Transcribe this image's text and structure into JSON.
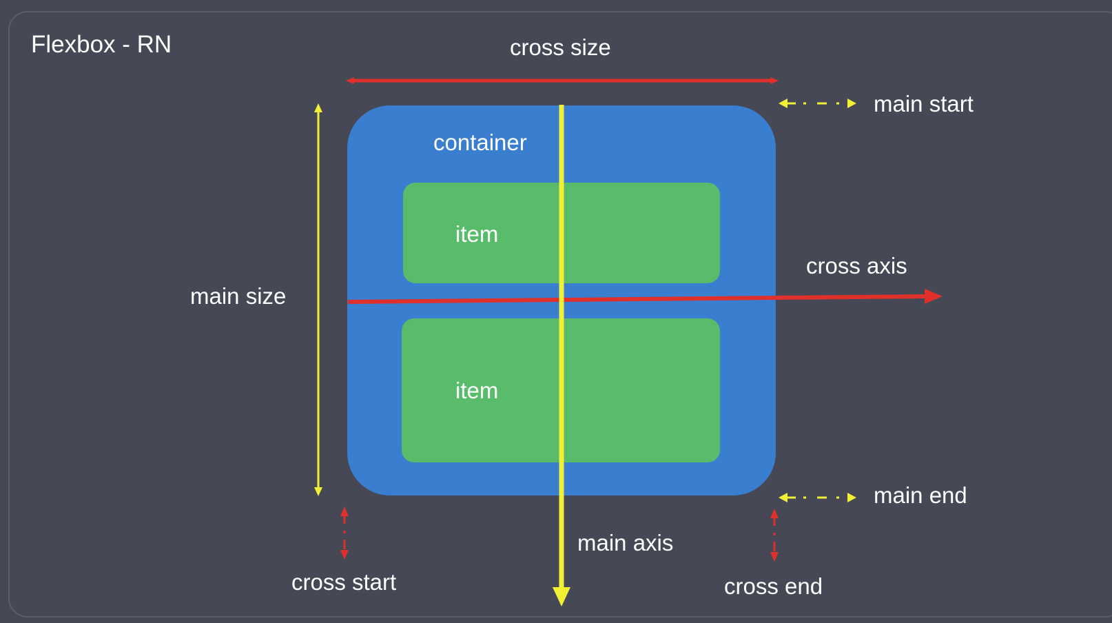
{
  "slide": {
    "title": "Flexbox - RN"
  },
  "diagram": {
    "container_label": "container",
    "items": [
      {
        "label": "item"
      },
      {
        "label": "item"
      }
    ],
    "labels": {
      "cross_size": "cross size",
      "main_size": "main size",
      "main_start": "main start",
      "main_end": "main end",
      "cross_axis": "cross axis",
      "main_axis": "main axis",
      "cross_start": "cross start",
      "cross_end": "cross end"
    }
  },
  "colors": {
    "background": "#464955",
    "container": "#3a7ecf",
    "item": "#58bc6b",
    "main_axis": "#f2f035",
    "cross_axis": "#e0302b",
    "text": "#ffffff"
  }
}
